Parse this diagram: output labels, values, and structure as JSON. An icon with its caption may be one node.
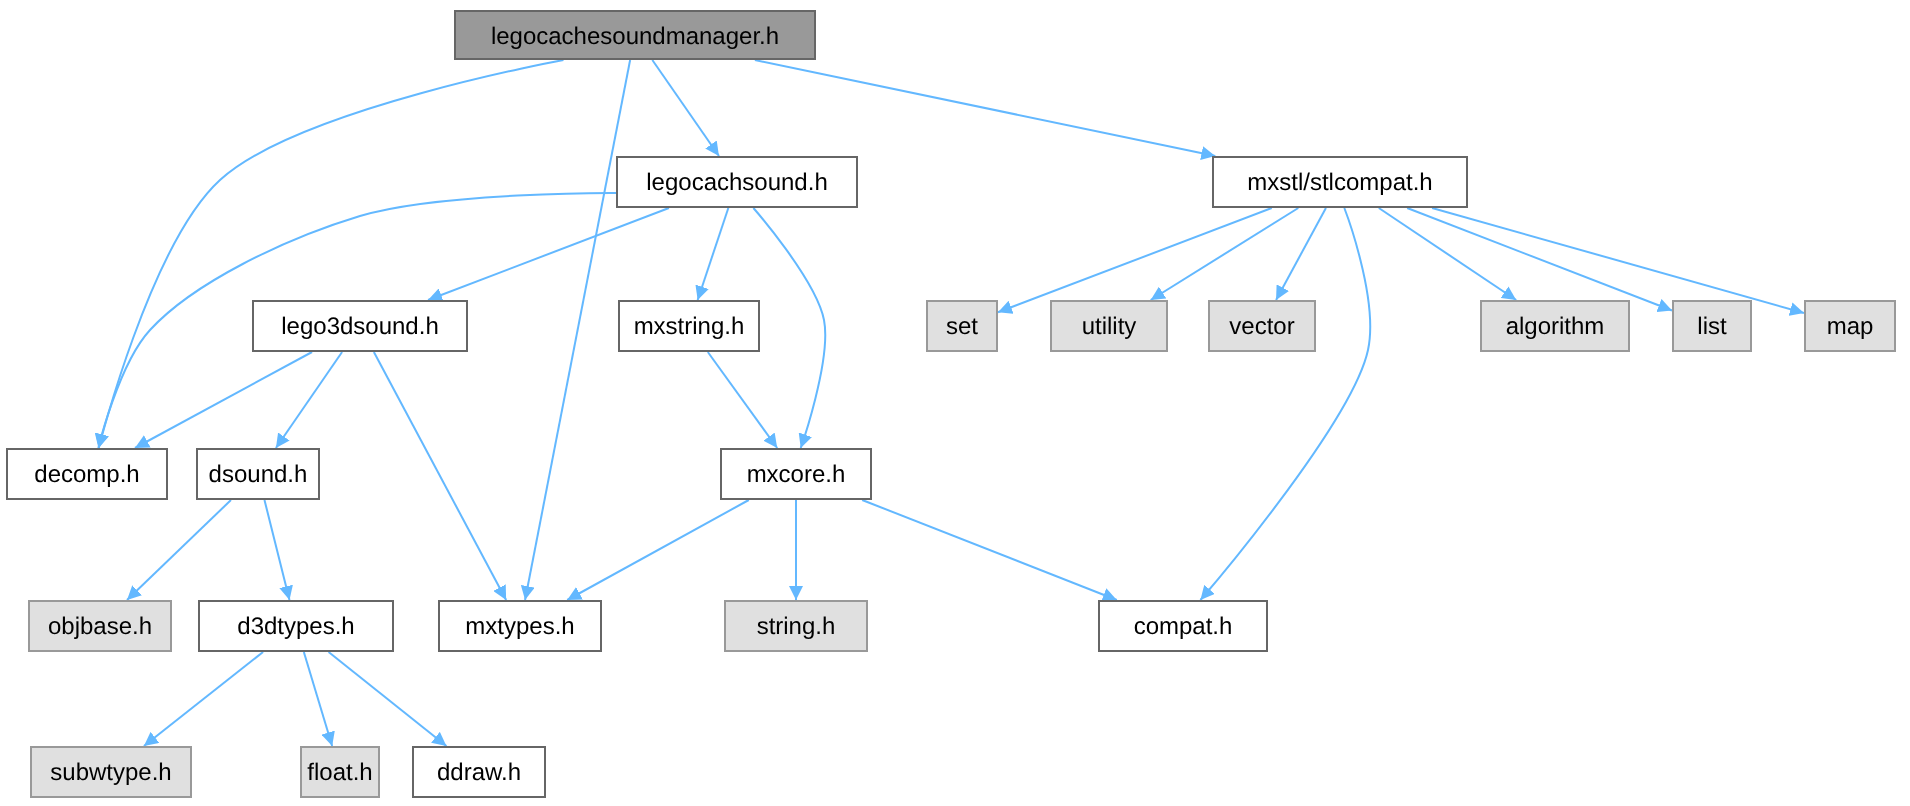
{
  "diagram": {
    "nodes": [
      {
        "text": [
          "legocachesoundmanager.h"
        ]
      },
      {
        "text": [
          "decomp.h"
        ]
      },
      {
        "text": [
          "legocachsound.h"
        ]
      },
      {
        "text": [
          "mxtypes.h"
        ]
      },
      {
        "text": [
          "mxstl/stlcompat.h"
        ]
      },
      {
        "text": [
          "lego3dsound.h"
        ]
      },
      {
        "text": [
          "mxstring.h"
        ]
      },
      {
        "text": [
          "mxcore.h"
        ]
      },
      {
        "text": [
          "dsound.h"
        ]
      },
      {
        "text": [
          "objbase.h"
        ]
      },
      {
        "text": [
          "d3dtypes.h"
        ]
      },
      {
        "text": [
          "subwtype.h"
        ]
      },
      {
        "text": [
          "float.h"
        ]
      },
      {
        "text": [
          "ddraw.h"
        ]
      },
      {
        "text": [
          "string.h"
        ]
      },
      {
        "text": [
          "compat.h"
        ]
      },
      {
        "text": [
          "set"
        ]
      },
      {
        "text": [
          "utility"
        ]
      },
      {
        "text": [
          "vector"
        ]
      },
      {
        "text": [
          "algorithm"
        ]
      },
      {
        "text": [
          "list"
        ]
      },
      {
        "text": [
          "map"
        ]
      }
    ],
    "edges": [
      {
        "from": 0,
        "to": 1,
        "arrow": "to"
      },
      {
        "from": 0,
        "to": 2,
        "arrow": "to"
      },
      {
        "from": 0,
        "to": 3,
        "arrow": "to"
      },
      {
        "from": 0,
        "to": 4,
        "arrow": "to"
      },
      {
        "from": 2,
        "to": 1,
        "arrow": "to"
      },
      {
        "from": 2,
        "to": 5,
        "arrow": "to"
      },
      {
        "from": 2,
        "to": 6,
        "arrow": "to"
      },
      {
        "from": 2,
        "to": 7,
        "arrow": "to"
      },
      {
        "from": 5,
        "to": 1,
        "arrow": "to"
      },
      {
        "from": 5,
        "to": 8,
        "arrow": "to"
      },
      {
        "from": 5,
        "to": 3,
        "arrow": "to"
      },
      {
        "from": 6,
        "to": 7,
        "arrow": "to"
      },
      {
        "from": 7,
        "to": 3,
        "arrow": "to"
      },
      {
        "from": 7,
        "to": 14,
        "arrow": "to"
      },
      {
        "from": 7,
        "to": 15,
        "arrow": "to"
      },
      {
        "from": 8,
        "to": 9,
        "arrow": "to"
      },
      {
        "from": 8,
        "to": 10,
        "arrow": "to"
      },
      {
        "from": 10,
        "to": 11,
        "arrow": "to"
      },
      {
        "from": 10,
        "to": 12,
        "arrow": "to"
      },
      {
        "from": 10,
        "to": 13,
        "arrow": "to"
      },
      {
        "from": 4,
        "to": 16,
        "arrow": "to"
      },
      {
        "from": 4,
        "to": 17,
        "arrow": "to"
      },
      {
        "from": 4,
        "to": 18,
        "arrow": "to"
      },
      {
        "from": 4,
        "to": 15,
        "arrow": "to"
      },
      {
        "from": 4,
        "to": 19,
        "arrow": "to"
      },
      {
        "from": 4,
        "to": 20,
        "arrow": "to"
      },
      {
        "from": 4,
        "to": 21,
        "arrow": "to"
      }
    ]
  }
}
